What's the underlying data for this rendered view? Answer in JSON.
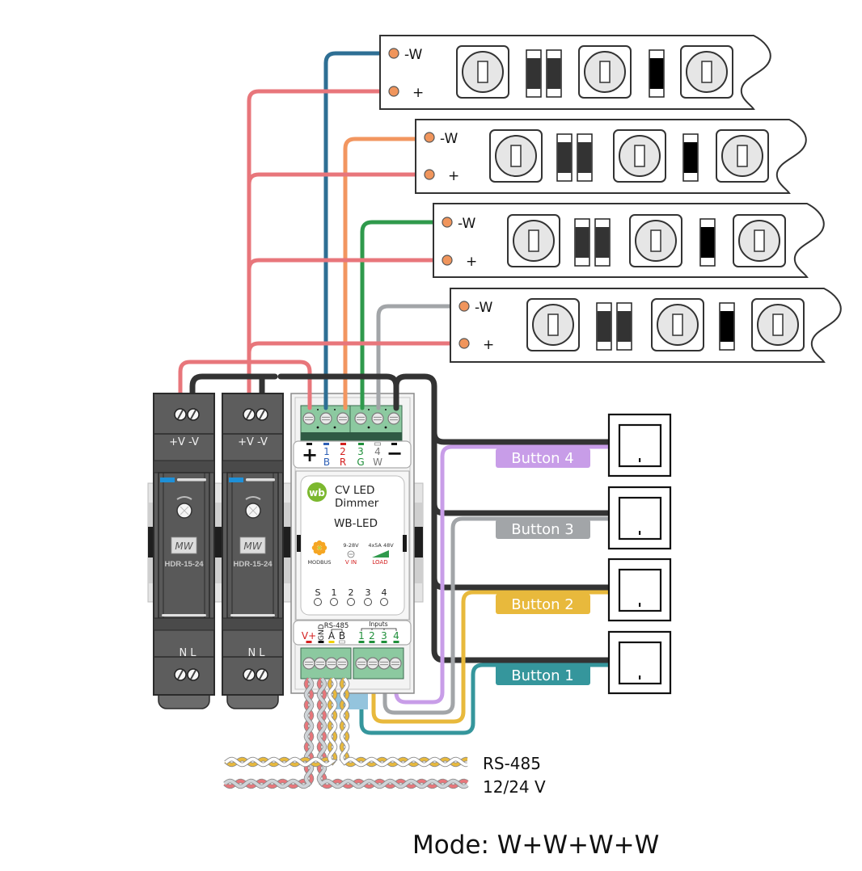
{
  "colors": {
    "pink": "#e8767b",
    "blue": "#2e6f94",
    "orange": "#f29660",
    "green": "#2f9a4c",
    "gray": "#a2a5a8",
    "black": "#333333",
    "purple": "#c89de8",
    "teal": "#35969c",
    "yellow": "#e8b93c",
    "pad": "#f0955c",
    "pair_white": "#ffffff",
    "pair_grey": "#cfd4d8"
  },
  "led_strips": [
    {
      "minus_label": "-W",
      "plus_label": "+"
    },
    {
      "minus_label": "-W",
      "plus_label": "+"
    },
    {
      "minus_label": "-W",
      "plus_label": "+"
    },
    {
      "minus_label": "-W",
      "plus_label": "+"
    }
  ],
  "power_supplies": [
    {
      "output_terminals": "+V -V",
      "brand": "MW",
      "model": "HDR-15-24",
      "input_terminals": "N L"
    },
    {
      "output_terminals": "+V -V",
      "brand": "MW",
      "model": "HDR-15-24",
      "input_terminals": "N L"
    }
  ],
  "dimmer": {
    "logo": "wb",
    "title_line1": "CV LED",
    "title_line2": "Dimmer",
    "model": "WB-LED",
    "top_terminals": [
      {
        "num": "+",
        "letter": ""
      },
      {
        "num": "1",
        "letter": "B"
      },
      {
        "num": "2",
        "letter": "R"
      },
      {
        "num": "3",
        "letter": "G"
      },
      {
        "num": "4",
        "letter": "W"
      },
      {
        "num": "−",
        "letter": ""
      }
    ],
    "indicators": {
      "modbus": "MODBUS",
      "vin_range": "9-28V",
      "vin": "V IN",
      "load_rating": "4x5A 48V",
      "load": "LOAD"
    },
    "status_leds": [
      "S",
      "1",
      "2",
      "3",
      "4"
    ],
    "bottom_terminals": {
      "vplus": "V+",
      "gnd": "GND",
      "rs485": "RS-485",
      "a": "A",
      "b": "B",
      "inputs_label": "Inputs",
      "inputs": [
        "1",
        "2",
        "3",
        "4"
      ]
    }
  },
  "buttons": [
    {
      "label": "Button 4",
      "color": "#c89de8"
    },
    {
      "label": "Button 3",
      "color": "#a2a5a8"
    },
    {
      "label": "Button 2",
      "color": "#e8b93c"
    },
    {
      "label": "Button 1",
      "color": "#35969c"
    }
  ],
  "cables": {
    "rs485": "RS-485",
    "power": "12/24 V"
  },
  "mode": "Mode: W+W+W+W"
}
